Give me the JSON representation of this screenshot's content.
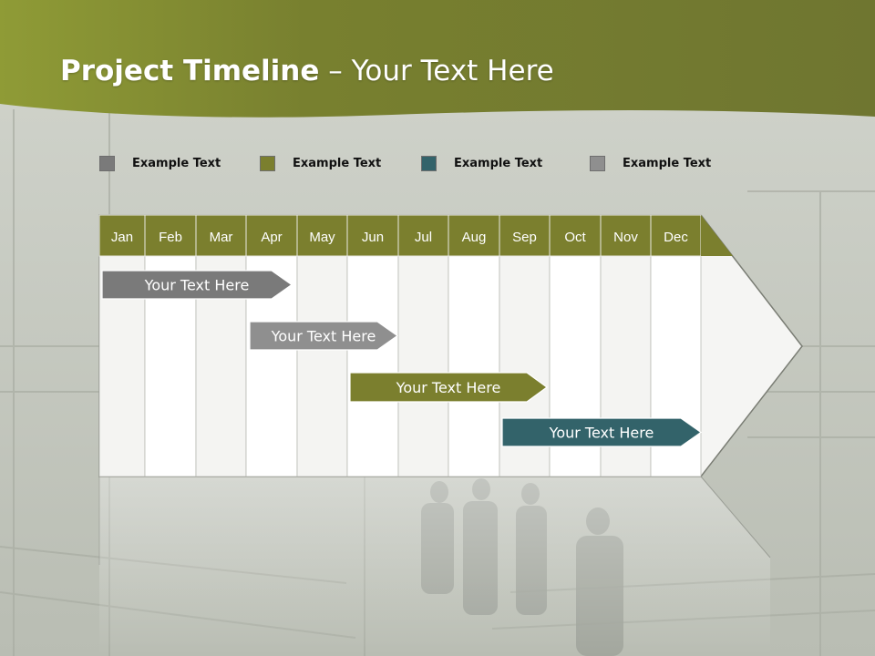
{
  "title": {
    "bold": "Project Timeline",
    "rest": " – Your Text Here"
  },
  "legend": [
    {
      "label": "Example Text",
      "color": "#7a7a7a"
    },
    {
      "label": "Example Text",
      "color": "#7b7f2e"
    },
    {
      "label": "Example Text",
      "color": "#33636a"
    },
    {
      "label": "Example Text",
      "color": "#8f8f8f"
    }
  ],
  "months": [
    "Jan",
    "Feb",
    "Mar",
    "Apr",
    "May",
    "Jun",
    "Jul",
    "Aug",
    "Sep",
    "Oct",
    "Nov",
    "Dec"
  ],
  "tasks": [
    {
      "label": "Your  Text Here",
      "color": "#7a7a7a"
    },
    {
      "label": "Your  Text Here",
      "color": "#8f8f8f"
    },
    {
      "label": "Your  Text Here",
      "color": "#7b7f2e"
    },
    {
      "label": "Your  Text Here",
      "color": "#33636a"
    }
  ],
  "colors": {
    "header_band": "#7a7f2e",
    "month_bar": "#7b7f2e",
    "column_light": "#f4f4f2",
    "column_white": "#ffffff"
  }
}
